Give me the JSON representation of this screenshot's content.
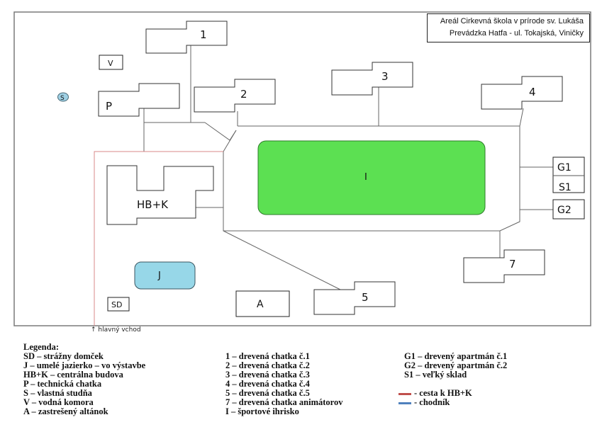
{
  "title": {
    "line1": "Areál Cirkevná škola v prírode sv. Lukáša",
    "line2": "Prevádzka Hatfa - ul. Tokajská, Viničky"
  },
  "map": {
    "buildings": {
      "chatka1": "1",
      "chatka2": "2",
      "chatka3": "3",
      "chatka4": "4",
      "chatka5": "5",
      "chatka7": "7",
      "technicka": "P",
      "vodna_komora": "V",
      "studna": "S",
      "centralna": "HB+K",
      "jazierko": "J",
      "straz": "SD",
      "altanok": "A",
      "ihrisko": "I",
      "g1": "G1",
      "s1": "S1",
      "g2": "G2"
    },
    "entrance_label": "↑ hlavný vchod",
    "colors": {
      "ihrisko": "#5ce052",
      "jazierko": "#97d7e8",
      "studna": "#9fd0e4",
      "cesta": "#c0504d",
      "chodnik": "#4f81bd"
    }
  },
  "legend": {
    "heading": "Legenda:",
    "col1": [
      "SD – strážny domček",
      "J – umelé jazierko – vo výstavbe",
      "HB+K – centrálna budova",
      "P – technická chatka",
      "S – vlastná studňa",
      "V – vodná komora",
      "A – zastrešený altánok"
    ],
    "col2": [
      "1 – drevená chatka č.1",
      "2 – drevená chatka č.2",
      "3 – drevená chatka č.3",
      "4 – drevená chatka č.4",
      "5 – drevená chatka č.5",
      "7 – drevená chatka animátorov",
      "I – športové ihrisko"
    ],
    "col3": [
      "G1 – drevený apartmán č.1",
      "G2 – drevený apartmán č.2",
      "S1 – veľký sklad"
    ],
    "lines": [
      {
        "label": "- cesta k HB+K",
        "color": "#c0504d"
      },
      {
        "label": "- chodník",
        "color": "#4f81bd"
      }
    ]
  }
}
